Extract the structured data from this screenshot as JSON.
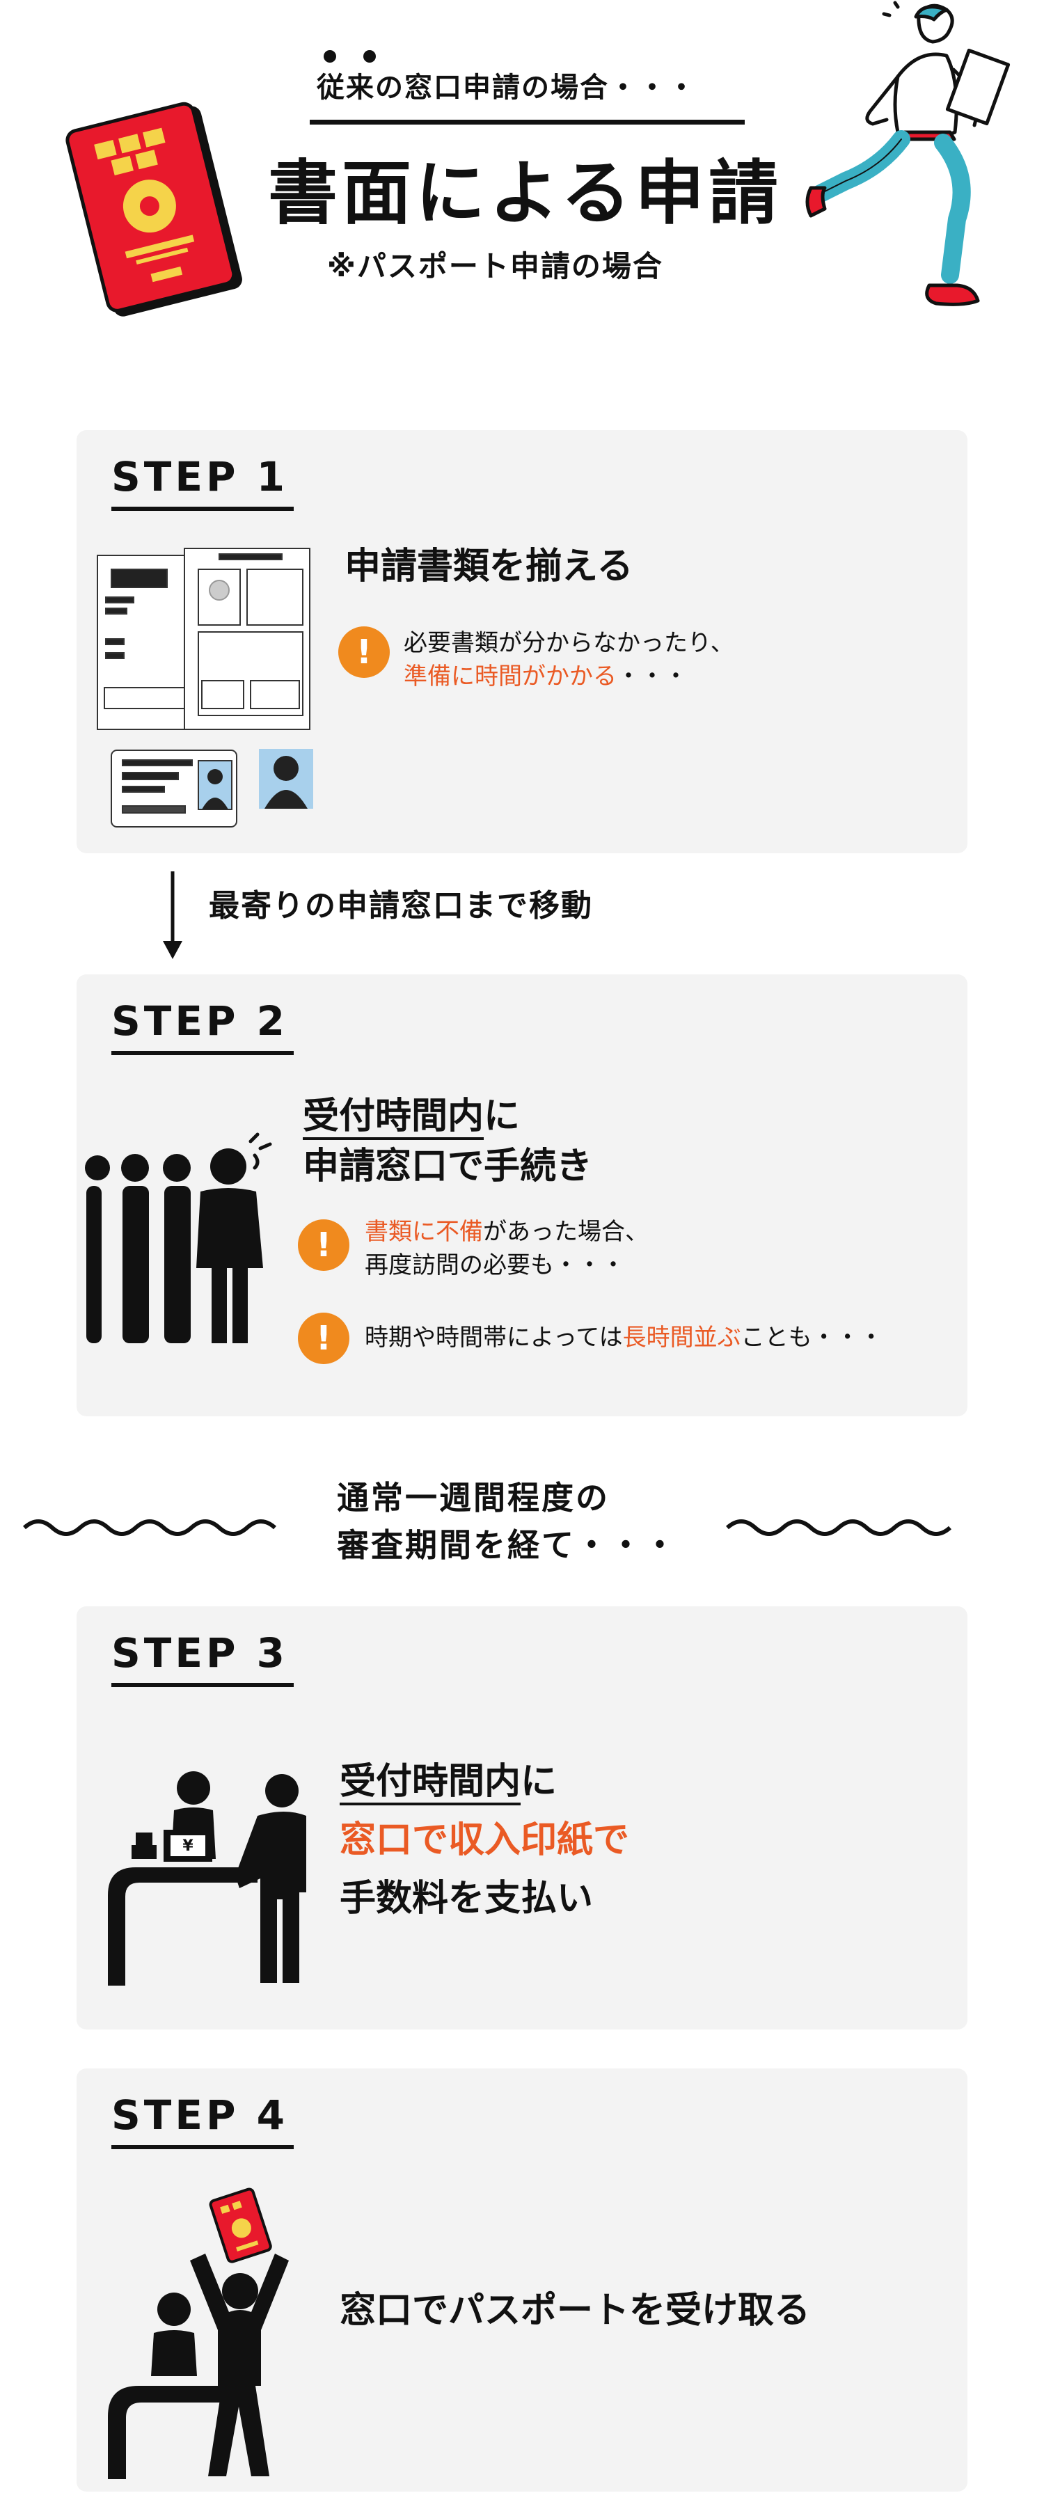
{
  "header": {
    "subtitle": "従来の窓口申請の場合・・・",
    "title": "書面による申請",
    "note": "※パスポート申請の場合"
  },
  "step1": {
    "label": "STEP 1",
    "title": "申請書類を揃える",
    "note_line1": "必要書類が分からなかったり、",
    "note_line2_hl": "準備に時間がかかる",
    "note_line2_rest": "・・・"
  },
  "move": {
    "label": "最寄りの申請窓口まで移動"
  },
  "step2": {
    "label": "STEP 2",
    "title_line1_ul": "受付時間内",
    "title_line1_rest": "に",
    "title_line2": "申請窓口で手続き",
    "note1_hl": "書類に不備",
    "note1_rest": "があった場合、",
    "note1_line2": "再度訪問の必要も・・・",
    "note2_pre": "時期や時間帯によっては",
    "note2_hl": "長時間並ぶ",
    "note2_post": "ことも・・・"
  },
  "review": {
    "line1": "通常一週間程度の",
    "line2": "審査期間を経て・・・"
  },
  "step3": {
    "label": "STEP 3",
    "line1_ul": "受付時間内",
    "line1_rest": "に",
    "line2_hl": "窓口で収入印紙で",
    "line3": "手数料を支払い",
    "yen": "¥"
  },
  "step4": {
    "label": "STEP 4",
    "title": "窓口でパスポートを受け取る"
  },
  "colors": {
    "accent": "#ea5a24",
    "warn": "#f08a1e",
    "card": "#f3f3f3",
    "passport": "#e8192c"
  }
}
